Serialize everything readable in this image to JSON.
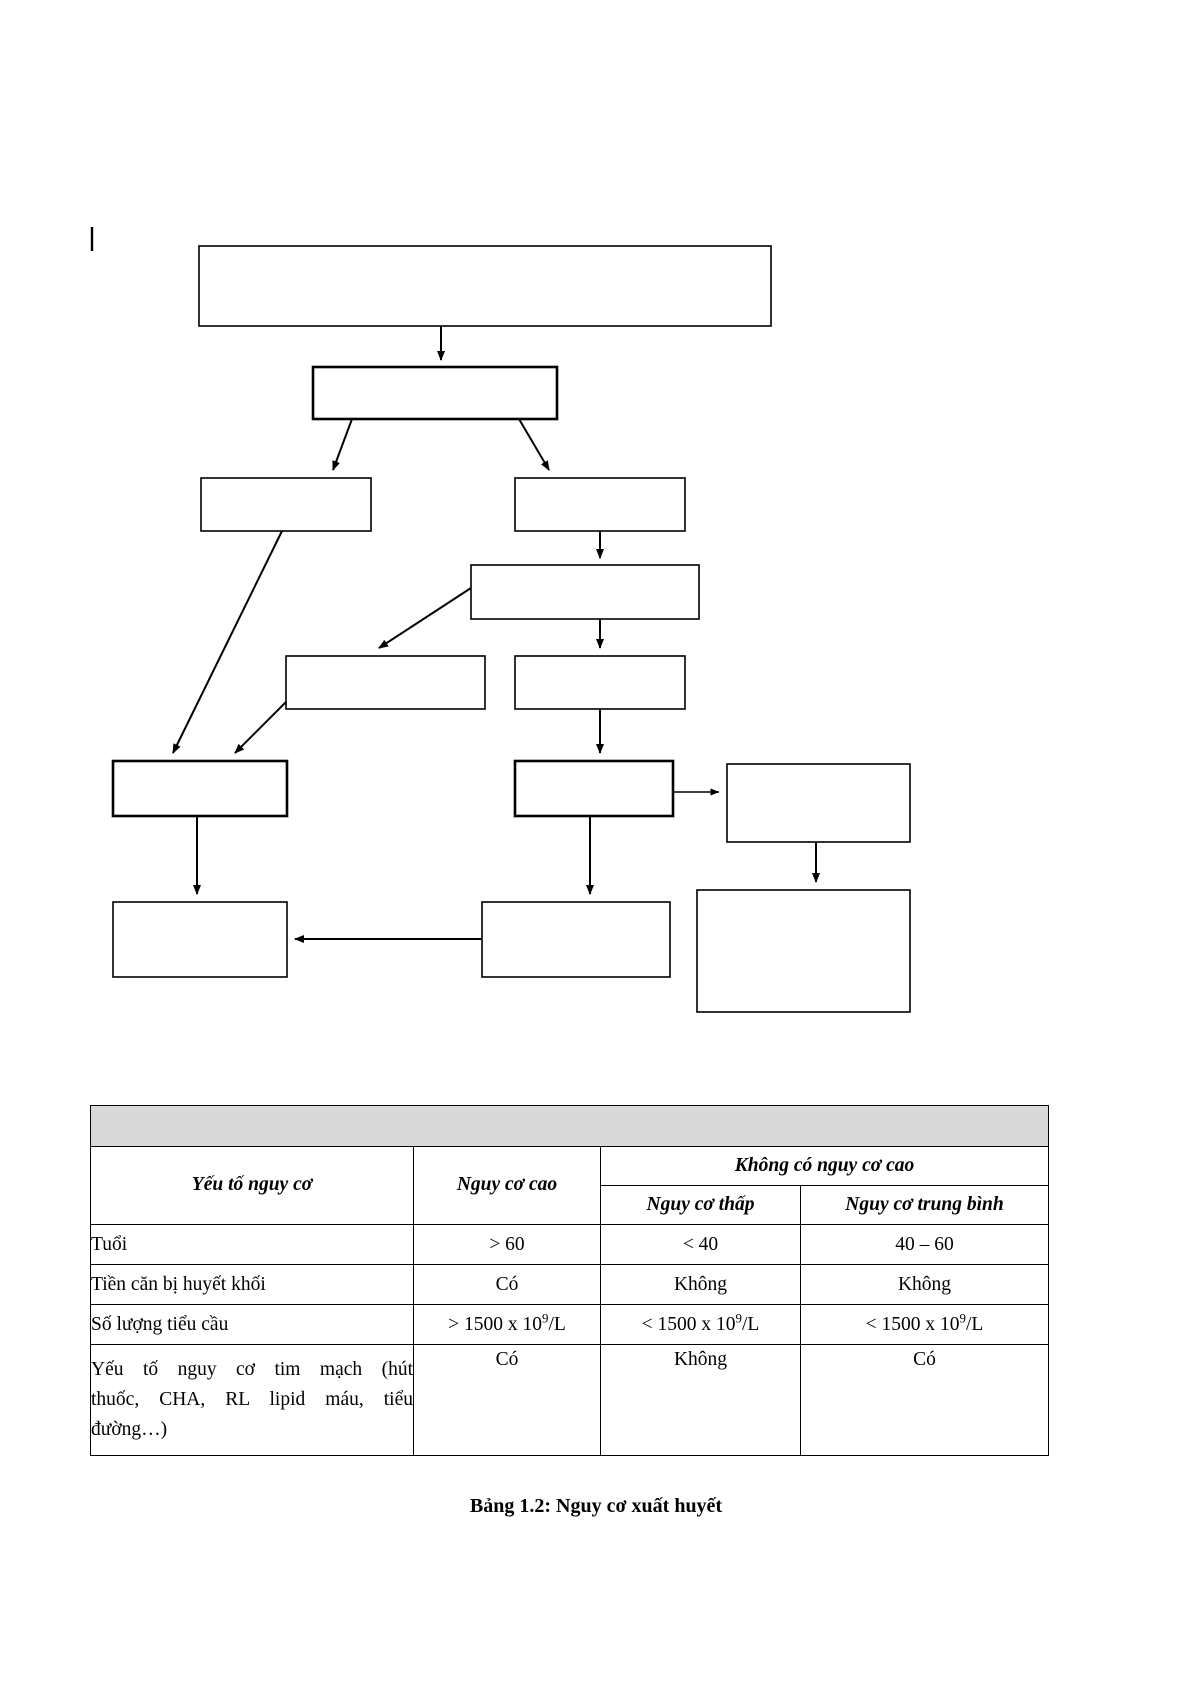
{
  "flowchart": {
    "description": "Empty flowchart boxes connected by arrows",
    "boxes": [
      {
        "id": "box-1",
        "label": ""
      },
      {
        "id": "box-2",
        "label": ""
      },
      {
        "id": "box-3",
        "label": ""
      },
      {
        "id": "box-4",
        "label": ""
      },
      {
        "id": "box-5",
        "label": ""
      },
      {
        "id": "box-6",
        "label": ""
      },
      {
        "id": "box-7",
        "label": ""
      },
      {
        "id": "box-8",
        "label": ""
      },
      {
        "id": "box-9",
        "label": ""
      },
      {
        "id": "box-10",
        "label": ""
      },
      {
        "id": "box-11",
        "label": ""
      },
      {
        "id": "box-12",
        "label": ""
      }
    ]
  },
  "table": {
    "band_label": "",
    "headers": {
      "risk_factor": "Yếu tố nguy cơ",
      "high_risk": "Nguy cơ cao",
      "no_high_risk": "Không có nguy cơ cao",
      "low_risk": "Nguy cơ thấp",
      "medium_risk": "Nguy cơ trung bình"
    },
    "rows": [
      {
        "label": "Tuổi",
        "high_risk": "> 60",
        "low_risk": "< 40",
        "medium_risk": "40 – 60"
      },
      {
        "label": "Tiền căn bị huyết khối",
        "high_risk": "Có",
        "low_risk": "Không",
        "medium_risk": "Không"
      },
      {
        "label": "Số lượng tiểu cầu",
        "high_risk_prefix": "> 1500 x 10",
        "high_risk_sup": "9",
        "high_risk_suffix": "/L",
        "low_risk_prefix": "< 1500 x 10",
        "low_risk_sup": "9",
        "low_risk_suffix": "/L",
        "medium_risk_prefix": "< 1500 x 10",
        "medium_risk_sup": "9",
        "medium_risk_suffix": "/L"
      },
      {
        "label_line1": "Yếu tố nguy cơ tim mạch (hút",
        "label_line2": "thuốc, CHA, RL lipid máu, tiểu",
        "label_line3": "đường…)",
        "high_risk": "Có",
        "low_risk": "Không",
        "medium_risk": "Có"
      }
    ]
  },
  "caption": "Bảng 1.2: Nguy cơ xuất huyết",
  "colors": {
    "band": "#d9d9d9",
    "border": "#000000",
    "text": "#000000",
    "page": "#ffffff"
  }
}
